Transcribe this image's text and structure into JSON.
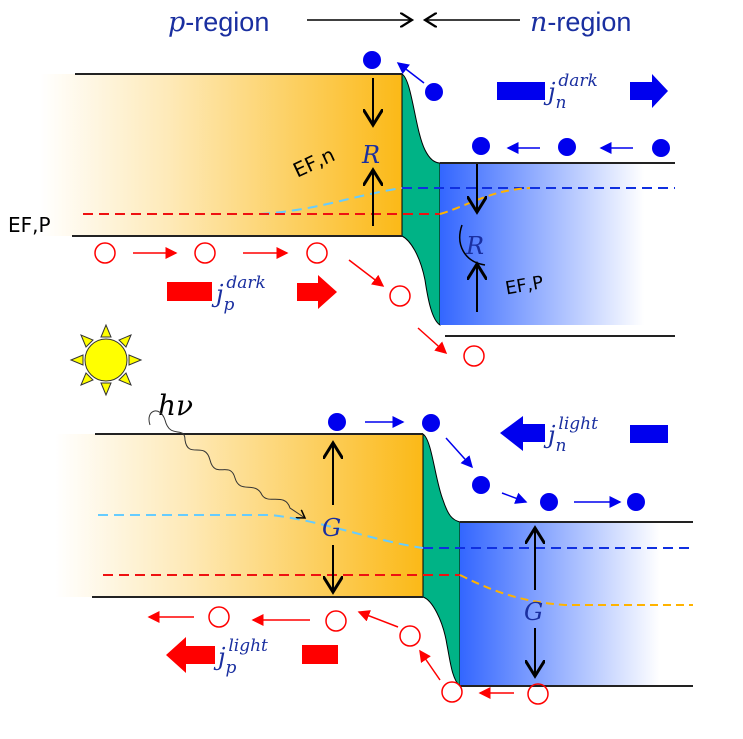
{
  "header": {
    "p_region_letter": "p",
    "p_region_suffix": "-region",
    "n_region_letter": "n",
    "n_region_suffix": "-region"
  },
  "dark_panel": {
    "recombination_label": "R",
    "jn": {
      "symbol": "j",
      "subscript": "n",
      "superscript": "dark",
      "direction": "right"
    },
    "jp": {
      "symbol": "j",
      "subscript": "p",
      "superscript": "dark",
      "direction": "right"
    },
    "fermi_n_label": "EF,n",
    "fermi_p_label": "EF,P",
    "fermi_p_label_n_side": "EF,P"
  },
  "light_panel": {
    "photon_label": "hν",
    "generation_label": "G",
    "jn": {
      "symbol": "j",
      "subscript": "n",
      "superscript": "light",
      "direction": "left"
    },
    "jp": {
      "symbol": "j",
      "subscript": "p",
      "superscript": "light",
      "direction": "left"
    }
  },
  "colors": {
    "p_region": "#fbb917",
    "junction": "#00b386",
    "n_region": "#3366ff",
    "electron": "#0000ee",
    "hole": "#ff0000",
    "label": "#1a2fa0",
    "sun": "#ffff00"
  }
}
